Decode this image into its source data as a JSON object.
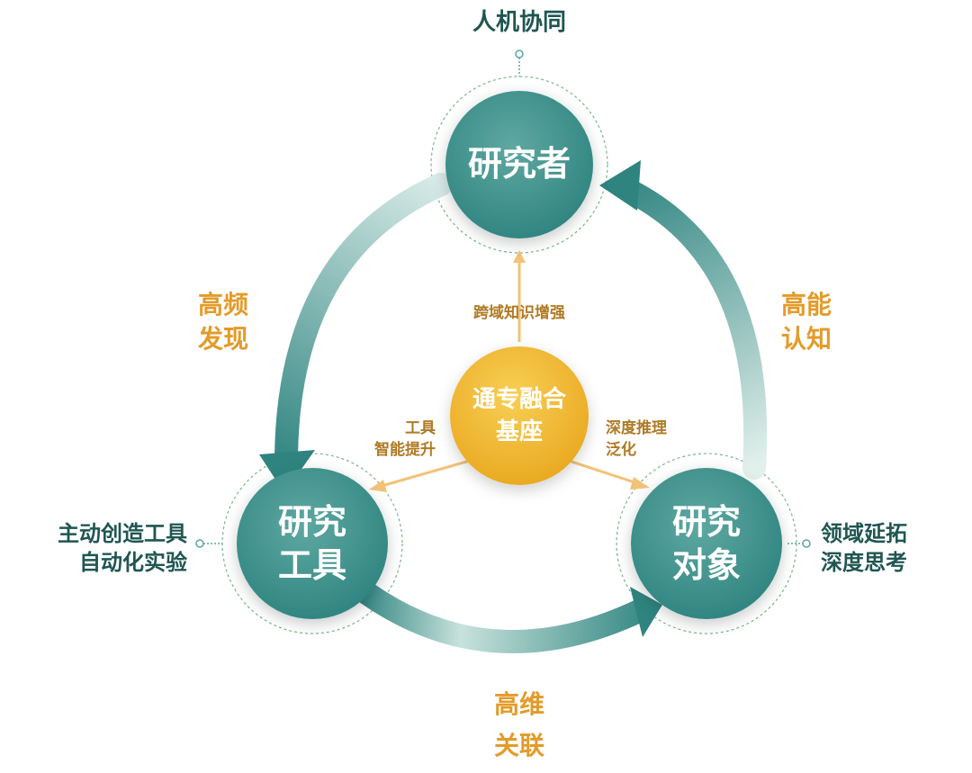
{
  "top_label": "人机协同",
  "nodes": {
    "researcher": {
      "label": "研究者"
    },
    "tools": {
      "line1": "研究",
      "line2": "工具"
    },
    "objects": {
      "line1": "研究",
      "line2": "对象"
    },
    "center": {
      "line1": "通专融合",
      "line2": "基座"
    }
  },
  "cycle_labels": {
    "left": {
      "line1": "高频",
      "line2": "发现"
    },
    "right": {
      "line1": "高能",
      "line2": "认知"
    },
    "bottom": {
      "line1": "高维",
      "line2": "关联"
    }
  },
  "inner_labels": {
    "top": "跨域知识增强",
    "left": {
      "line1": "工具",
      "line2": "智能提升"
    },
    "right": {
      "line1": "深度推理",
      "line2": "泛化"
    }
  },
  "side_labels": {
    "left": {
      "line1": "主动创造工具",
      "line2": "自动化实验"
    },
    "right": {
      "line1": "领域延拓",
      "line2": "深度思考"
    }
  },
  "colors": {
    "teal": "#2f8480",
    "teal_light": "#76b6ae",
    "gold": "#f2b632",
    "gold_text": "#e39b2a",
    "dark_text": "#1f5652"
  }
}
